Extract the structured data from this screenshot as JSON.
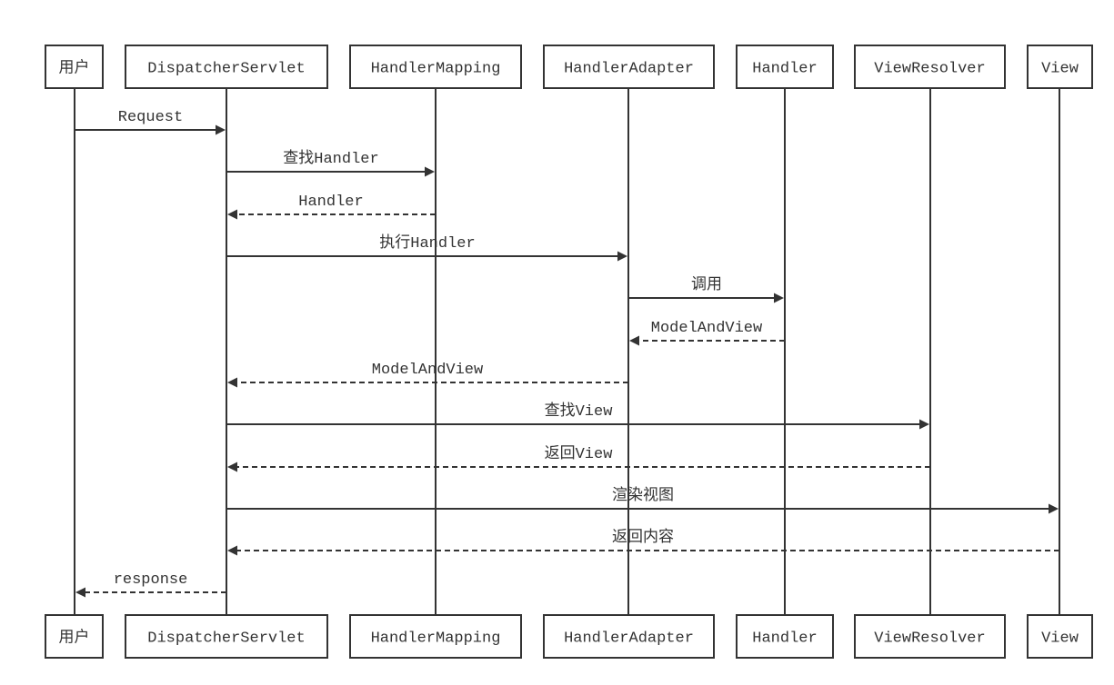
{
  "participants": [
    {
      "id": "user",
      "label": "用户"
    },
    {
      "id": "dispatcher",
      "label": "DispatcherServlet"
    },
    {
      "id": "mapping",
      "label": "HandlerMapping"
    },
    {
      "id": "adapter",
      "label": "HandlerAdapter"
    },
    {
      "id": "handler",
      "label": "Handler"
    },
    {
      "id": "resolver",
      "label": "ViewResolver"
    },
    {
      "id": "view",
      "label": "View"
    }
  ],
  "messages": [
    {
      "from": "user",
      "to": "dispatcher",
      "label": "Request",
      "style": "solid"
    },
    {
      "from": "dispatcher",
      "to": "mapping",
      "label": "查找Handler",
      "style": "solid"
    },
    {
      "from": "mapping",
      "to": "dispatcher",
      "label": "Handler",
      "style": "dashed"
    },
    {
      "from": "dispatcher",
      "to": "adapter",
      "label": "执行Handler",
      "style": "solid"
    },
    {
      "from": "adapter",
      "to": "handler",
      "label": "调用",
      "style": "solid"
    },
    {
      "from": "handler",
      "to": "adapter",
      "label": "ModelAndView",
      "style": "dashed"
    },
    {
      "from": "adapter",
      "to": "dispatcher",
      "label": "ModelAndView",
      "style": "dashed"
    },
    {
      "from": "dispatcher",
      "to": "resolver",
      "label": "查找View",
      "style": "solid"
    },
    {
      "from": "resolver",
      "to": "dispatcher",
      "label": "返回View",
      "style": "dashed"
    },
    {
      "from": "dispatcher",
      "to": "view",
      "label": "渲染视图",
      "style": "solid"
    },
    {
      "from": "view",
      "to": "dispatcher",
      "label": "返回内容",
      "style": "dashed"
    },
    {
      "from": "dispatcher",
      "to": "user",
      "label": "response",
      "style": "dashed"
    }
  ]
}
